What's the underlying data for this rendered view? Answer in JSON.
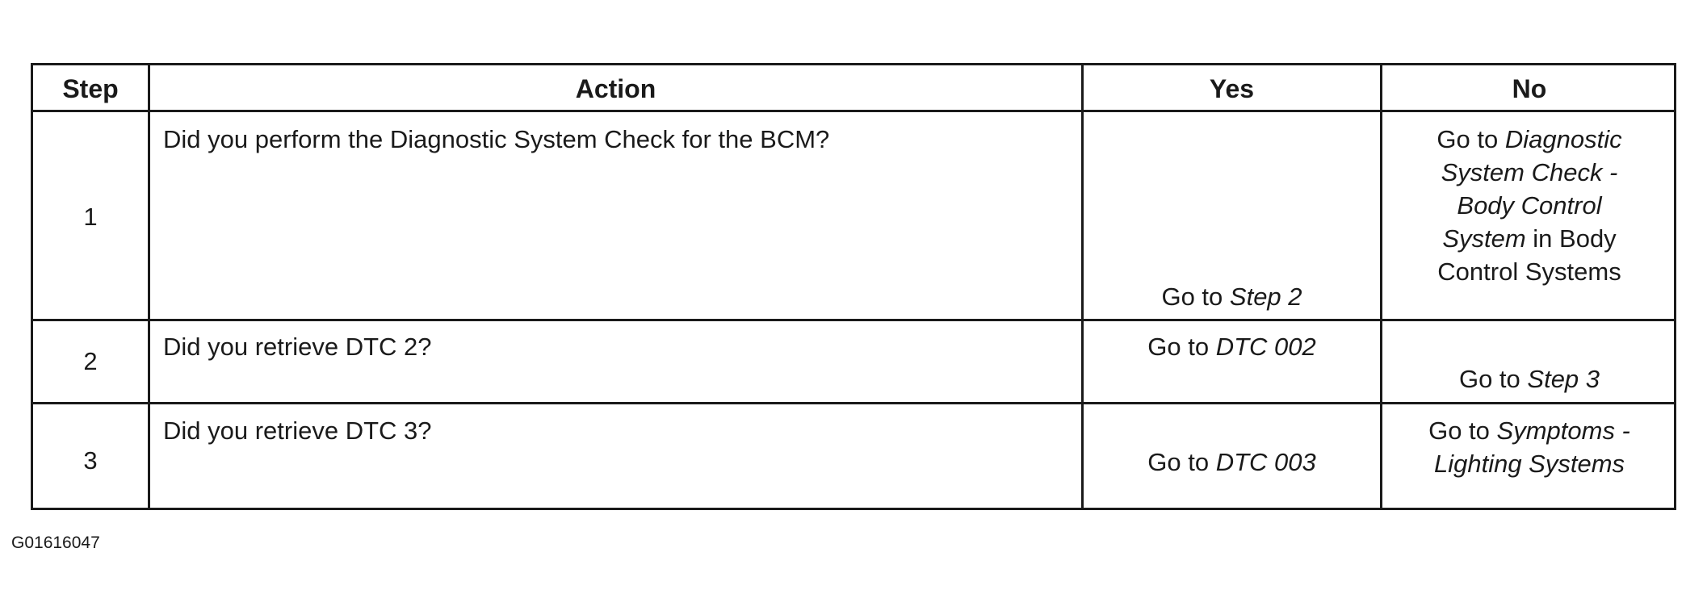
{
  "table": {
    "headers": {
      "step": "Step",
      "action": "Action",
      "yes": "Yes",
      "no": "No"
    },
    "rows": [
      {
        "step": "1",
        "action": "Did you perform the Diagnostic System Check for the BCM?",
        "yes": {
          "prefix": "Go to ",
          "ref": "Step 2"
        },
        "no": {
          "line1_prefix": "Go to ",
          "line1_ref": "Diagnostic",
          "line2": "System Check -",
          "line3": "Body Control",
          "line4_ref": "System",
          "line4_suffix": " in Body",
          "line5": "Control Systems"
        }
      },
      {
        "step": "2",
        "action": "Did you retrieve DTC 2?",
        "yes": {
          "prefix": "Go to ",
          "ref": "DTC 002"
        },
        "no": {
          "prefix": "Go to ",
          "ref": "Step 3"
        }
      },
      {
        "step": "3",
        "action": "Did you retrieve DTC 3?",
        "yes": {
          "prefix": "Go to ",
          "ref": "DTC 003"
        },
        "no": {
          "line1_prefix": "Go to ",
          "line1_ref": "Symptoms -",
          "line2_ref": "Lighting Systems"
        }
      }
    ]
  },
  "figure_id": "G01616047"
}
